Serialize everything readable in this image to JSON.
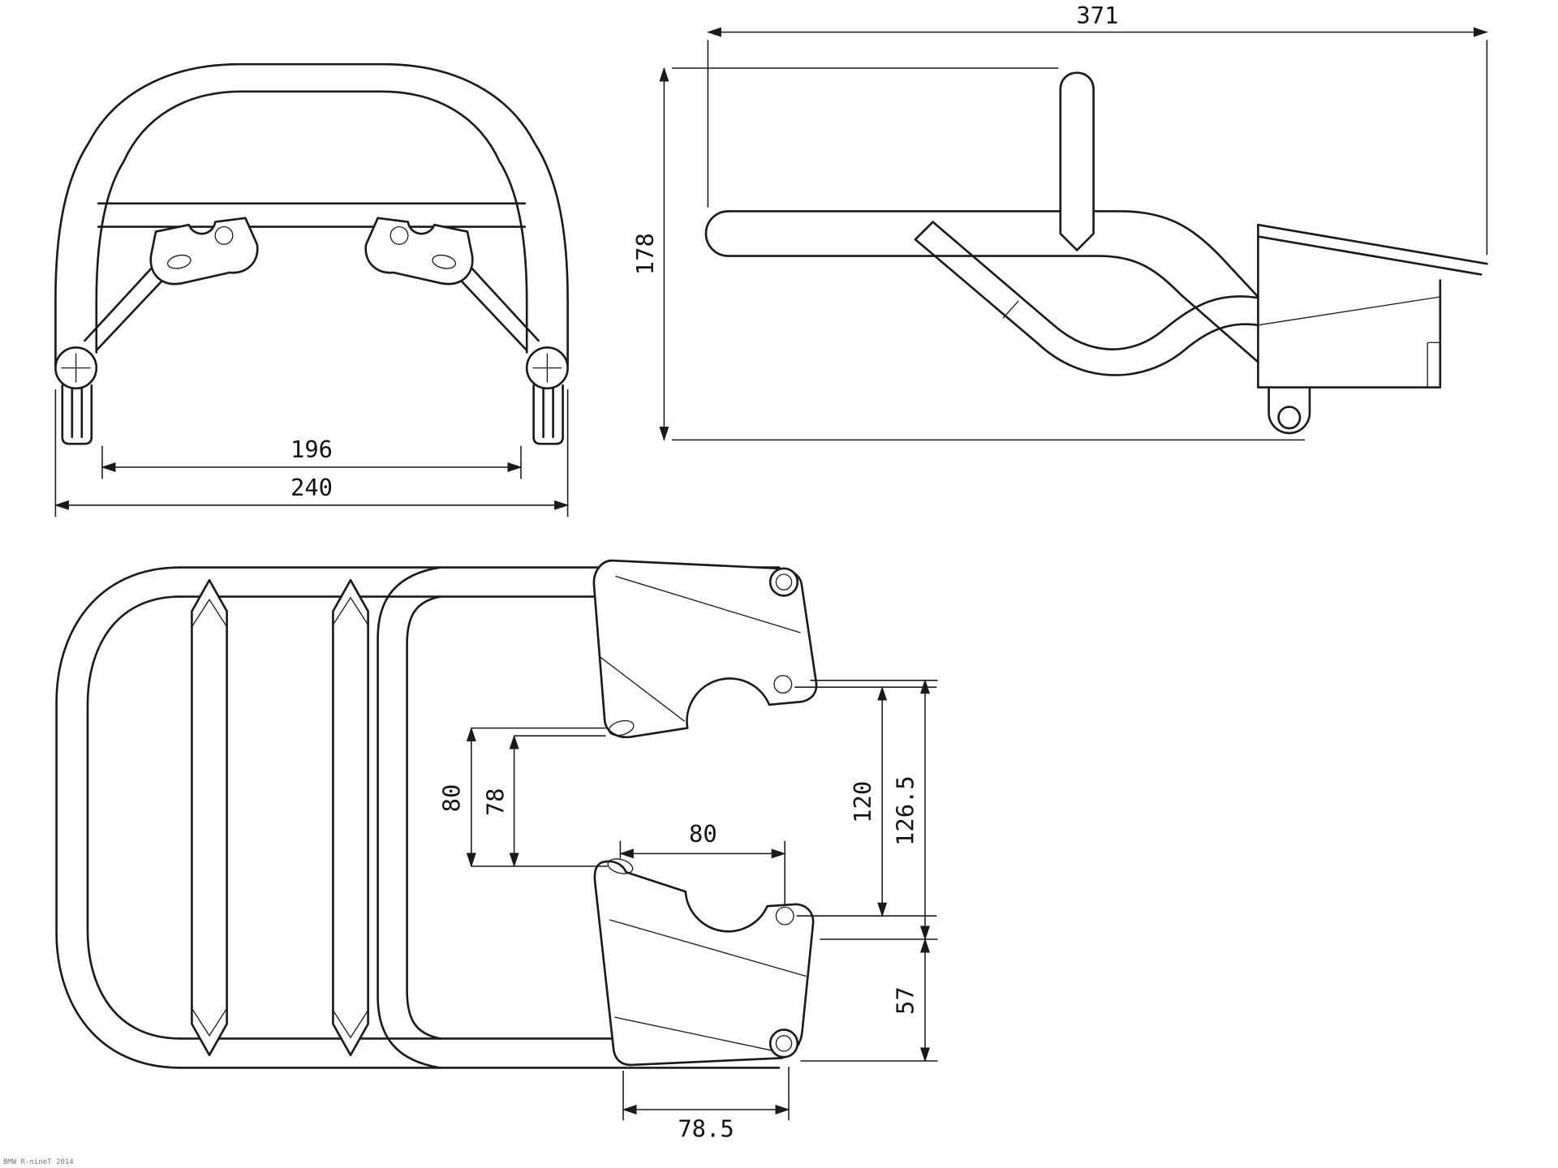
{
  "caption": "BMW R-nineT 2014",
  "colors": {
    "line": "#1a1a1a",
    "background": "#ffffff"
  },
  "front_view": {
    "dim_inner_width": "196",
    "dim_outer_width": "240"
  },
  "side_view": {
    "dim_length": "371",
    "dim_height": "178"
  },
  "top_view": {
    "dim_left_hole_span": "80",
    "dim_left_hole_span_inner": "78",
    "dim_bracket_hole_span": "80",
    "dim_right_hole_span": "120",
    "dim_right_overall": "126.5",
    "dim_right_lower": "57",
    "dim_bottom_width": "78.5"
  }
}
